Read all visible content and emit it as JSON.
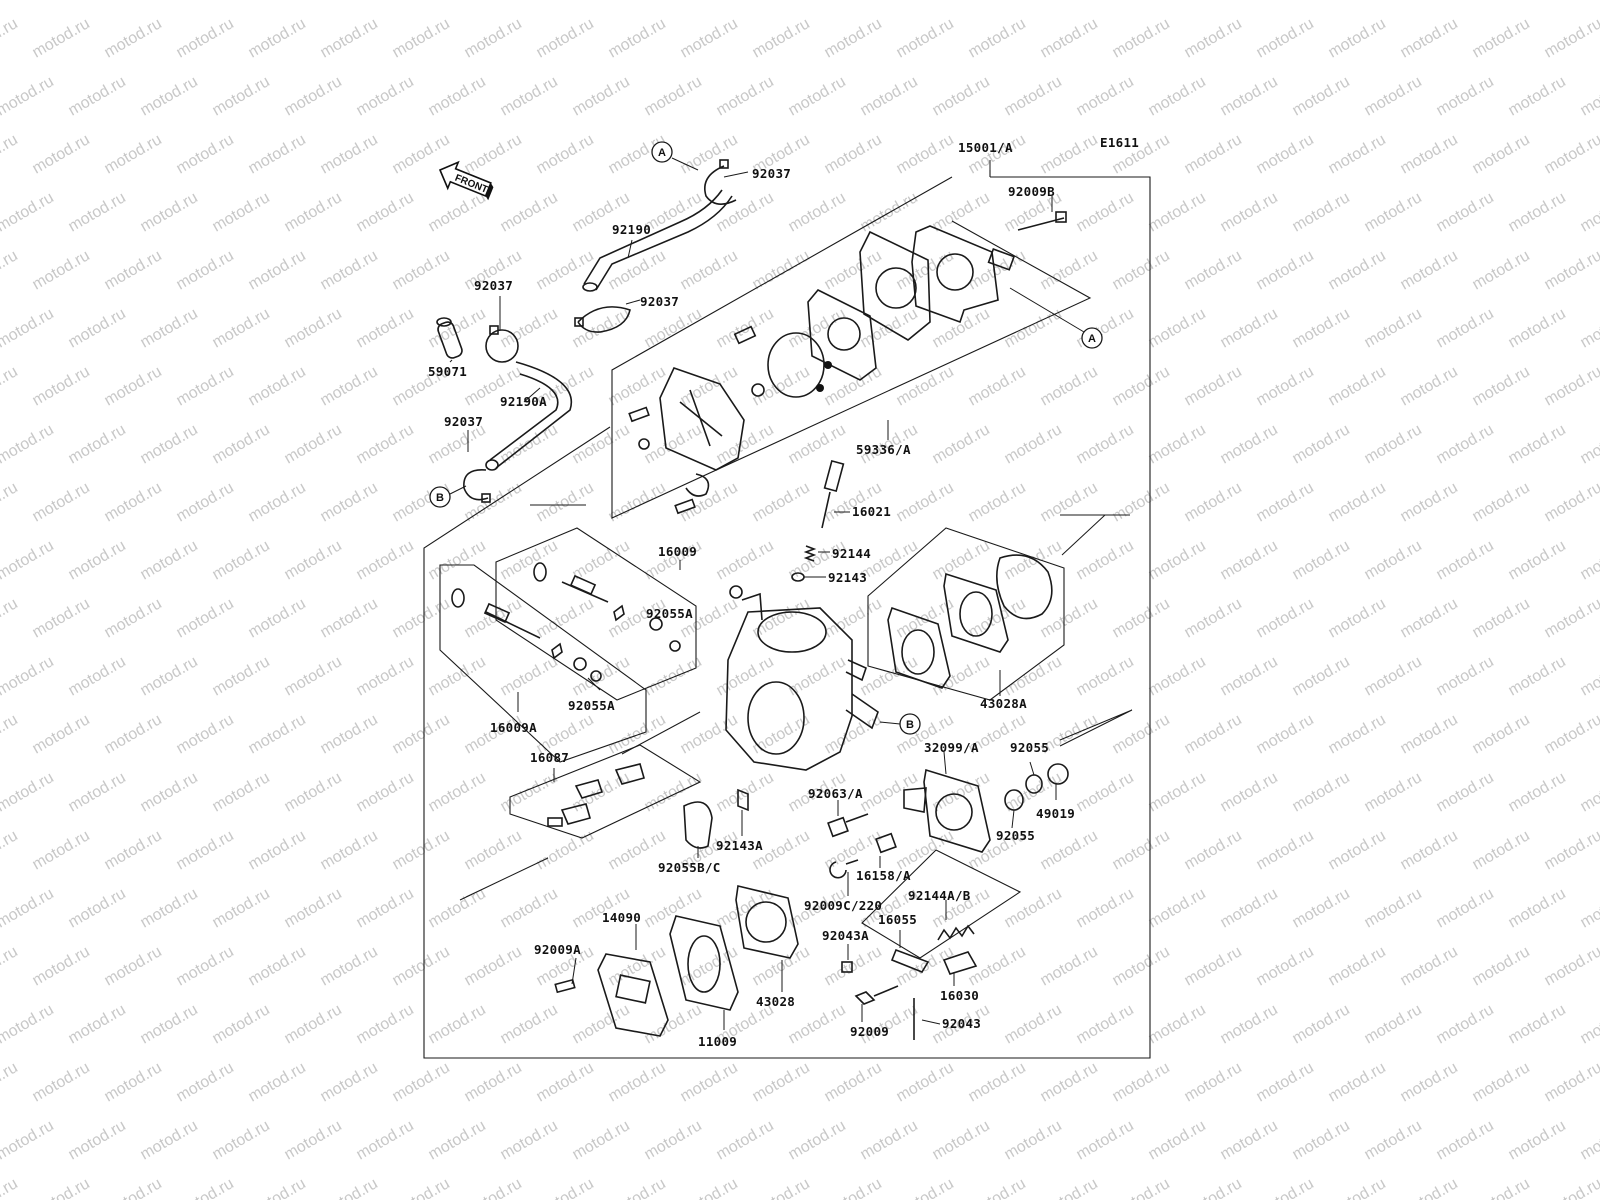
{
  "diagram_code": "E1611",
  "front_label": "FRONT",
  "watermark": "motod.ru",
  "callouts": [
    "A",
    "B"
  ],
  "part_labels": [
    {
      "id": "15001_A",
      "text": "15001/A"
    },
    {
      "id": "92009B",
      "text": "92009B"
    },
    {
      "id": "92037_top",
      "text": "92037"
    },
    {
      "id": "92190",
      "text": "92190"
    },
    {
      "id": "92037_mid",
      "text": "92037"
    },
    {
      "id": "92037_left",
      "text": "92037"
    },
    {
      "id": "59071",
      "text": "59071"
    },
    {
      "id": "92190A",
      "text": "92190A"
    },
    {
      "id": "92037_low",
      "text": "92037"
    },
    {
      "id": "59336_A",
      "text": "59336/A"
    },
    {
      "id": "16021",
      "text": "16021"
    },
    {
      "id": "92144",
      "text": "92144"
    },
    {
      "id": "92143",
      "text": "92143"
    },
    {
      "id": "16009",
      "text": "16009"
    },
    {
      "id": "92055A_up",
      "text": "92055A"
    },
    {
      "id": "92055A_low",
      "text": "92055A"
    },
    {
      "id": "16009A",
      "text": "16009A"
    },
    {
      "id": "43028A",
      "text": "43028A"
    },
    {
      "id": "16087",
      "text": "16087"
    },
    {
      "id": "32099_A",
      "text": "32099/A"
    },
    {
      "id": "92055_r",
      "text": "92055"
    },
    {
      "id": "92063_A",
      "text": "92063/A"
    },
    {
      "id": "49019",
      "text": "49019"
    },
    {
      "id": "92055_r2",
      "text": "92055"
    },
    {
      "id": "92143A",
      "text": "92143A"
    },
    {
      "id": "16158_A",
      "text": "16158/A"
    },
    {
      "id": "92055B_C",
      "text": "92055B/C"
    },
    {
      "id": "92009C_220",
      "text": "92009C/220"
    },
    {
      "id": "92144A_B",
      "text": "92144A/B"
    },
    {
      "id": "16055",
      "text": "16055"
    },
    {
      "id": "92043A",
      "text": "92043A"
    },
    {
      "id": "14090",
      "text": "14090"
    },
    {
      "id": "92009A",
      "text": "92009A"
    },
    {
      "id": "16030",
      "text": "16030"
    },
    {
      "id": "43028",
      "text": "43028"
    },
    {
      "id": "92009",
      "text": "92009"
    },
    {
      "id": "92043",
      "text": "92043"
    },
    {
      "id": "11009",
      "text": "11009"
    }
  ]
}
